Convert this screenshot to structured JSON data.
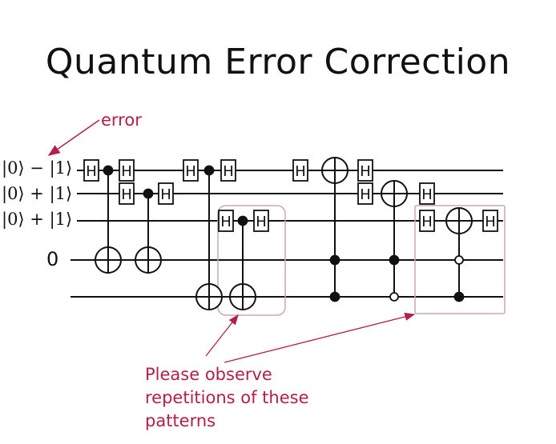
{
  "title": "Quantum Error Correction",
  "error_label": "error",
  "note_lines": [
    "Please observe",
    "repetitions of these",
    "patterns"
  ],
  "input_states": [
    "|0⟩ − |1⟩",
    "|0⟩ + |1⟩",
    "|0⟩ + |1⟩"
  ],
  "ancilla_label": "0",
  "gate_label": "H",
  "colors": {
    "annotation": "#b0204a",
    "wire": "#111111",
    "box": "#c9a9ad"
  }
}
